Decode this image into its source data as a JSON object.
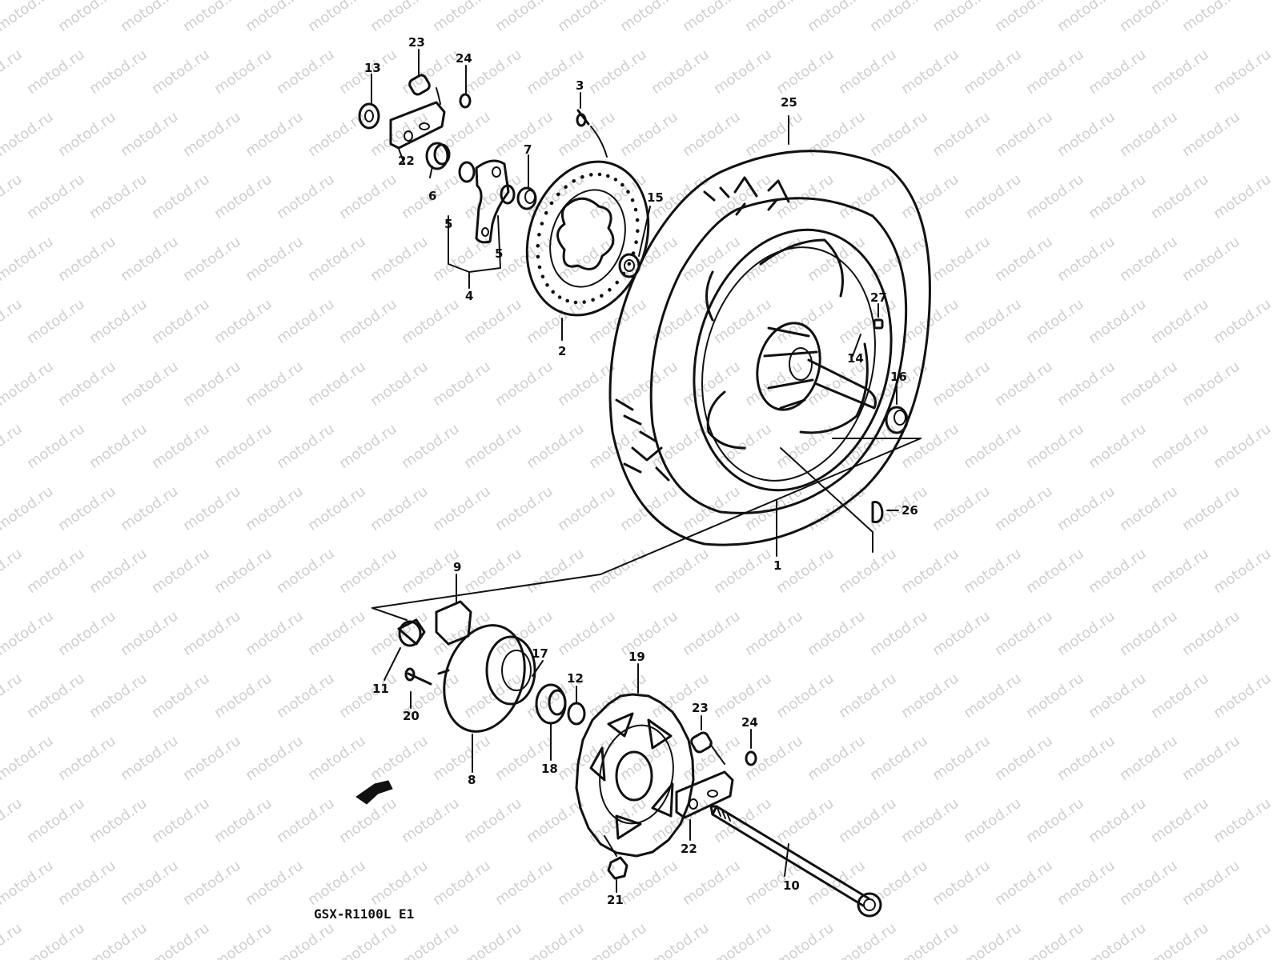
{
  "watermark": "motod.ru",
  "model_caption": "GSX-R1100L E1",
  "labels": {
    "p1": "1",
    "p2": "2",
    "p3": "3",
    "p4": "4",
    "p5a": "5",
    "p5b": "5",
    "p6": "6",
    "p7": "7",
    "p8": "8",
    "p9": "9",
    "p10": "10",
    "p11": "11",
    "p12": "12",
    "p13": "13",
    "p14": "14",
    "p15": "15",
    "p16": "16",
    "p17": "17",
    "p18": "18",
    "p19": "19",
    "p20": "20",
    "p21": "21",
    "p22a": "22",
    "p22b": "22",
    "p23a": "23",
    "p23b": "23",
    "p24a": "24",
    "p24b": "24",
    "p25": "25",
    "p26": "26",
    "p27": "27"
  }
}
